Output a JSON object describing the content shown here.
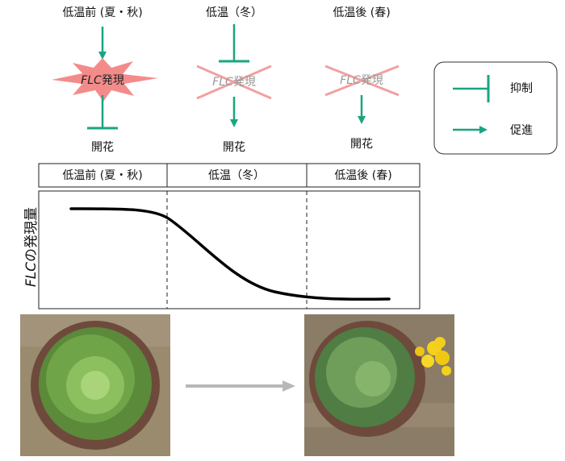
{
  "stages": [
    {
      "id": "before",
      "title": "低温前 (夏・秋)",
      "flc": "発現",
      "flc_italic": "FLC",
      "effect": "抑制",
      "outcome": "開花"
    },
    {
      "id": "cold",
      "title": "低温（冬）",
      "flc": "発現",
      "flc_italic": "FLC",
      "effect": "抑制",
      "outcome": "開花"
    },
    {
      "id": "after",
      "title": "低温後 (春)",
      "flc": "発現",
      "flc_italic": "FLC",
      "effect": "促進",
      "outcome": "開花"
    }
  ],
  "legend": {
    "repress_label": "抑制",
    "promote_label": "促進"
  },
  "timeline": {
    "headers": [
      "低温前 (夏・秋)",
      "低温（冬）",
      "低温後 (春)"
    ]
  },
  "y_axis_label_italic": "FLC",
  "y_axis_label_rest": "の発現量",
  "photos": [
    {
      "name": "cabbage-before"
    },
    {
      "name": "cabbage-after-flowering"
    }
  ],
  "colors": {
    "arrow_teal": "#1aa57f",
    "burst_pink": "#f48b8b",
    "cross_pink": "#f2a0a0",
    "gray_arrow": "#b8b8b8"
  }
}
